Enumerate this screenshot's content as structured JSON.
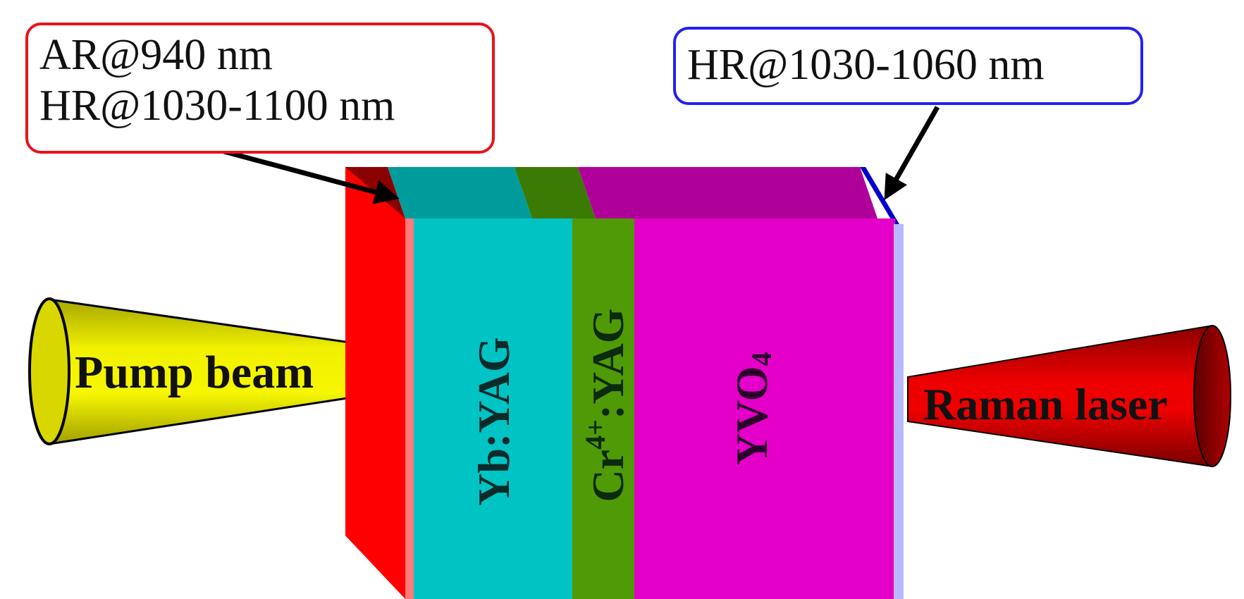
{
  "callouts": {
    "left": {
      "line1": "AR@940 nm",
      "line2": "HR@1030-1100 nm",
      "border_color": "#e8121c"
    },
    "right": {
      "line1": "HR@1030-1060 nm",
      "border_color": "#2222ee"
    }
  },
  "beams": {
    "pump": {
      "label": "Pump beam",
      "color": "#e8e600"
    },
    "output": {
      "label": "Raman laser",
      "color": "#e00000"
    }
  },
  "crystals": [
    {
      "label": "Yb:YAG",
      "color": "#00c4c4"
    },
    {
      "label_main": "Cr",
      "label_sup": "4+",
      "label_rest": ":YAG",
      "color": "#4f9a06"
    },
    {
      "label_main": "YVO",
      "label_sub": "4",
      "color": "#e400c8"
    }
  ],
  "coatings": {
    "input_face_color": "#ff0000",
    "output_face_color": "#b8b8ff"
  }
}
